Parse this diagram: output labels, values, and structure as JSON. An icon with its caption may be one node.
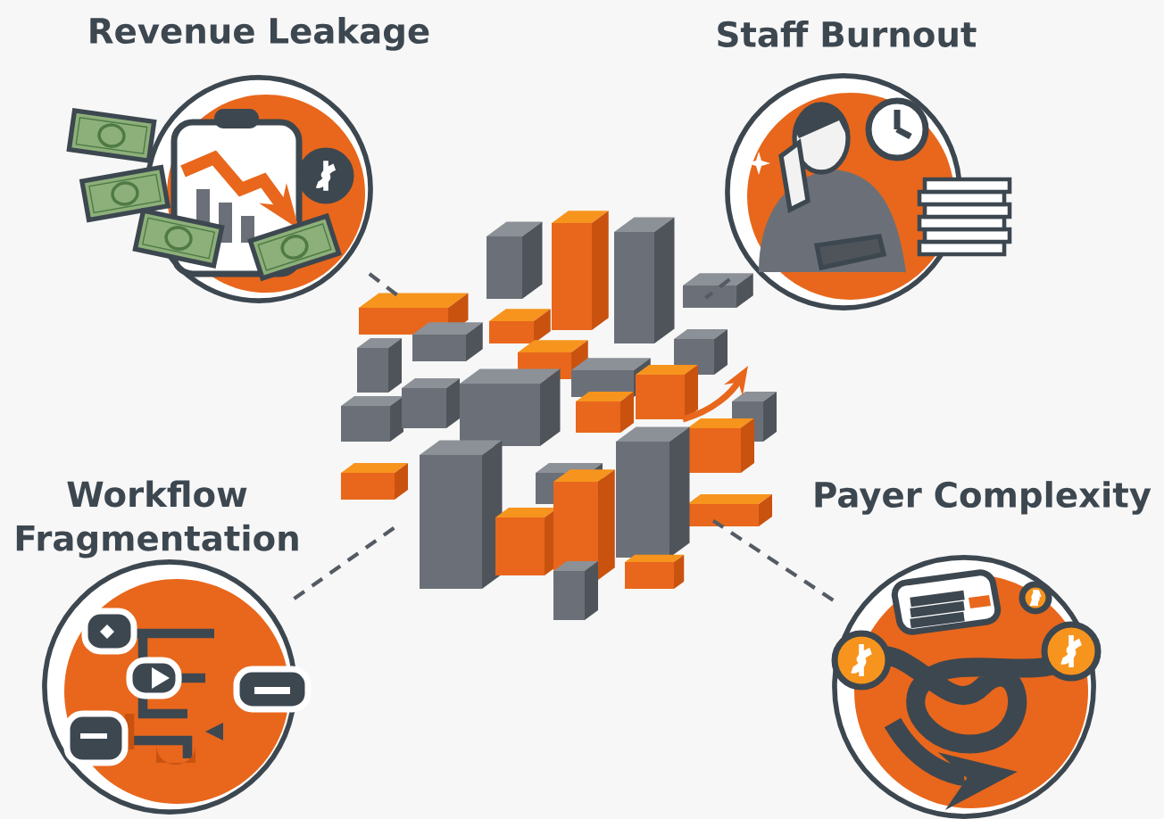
{
  "diagram": {
    "nodes": [
      {
        "text": [],
        "shape": "picture"
      },
      {
        "text": [
          "Revenue Leakage"
        ]
      },
      {
        "text": [
          "Staff Burnout"
        ]
      },
      {
        "text": [
          "Workflow Fragmentation"
        ]
      },
      {
        "text": [
          "Payer Complexity"
        ]
      }
    ],
    "edges": [
      {
        "from": 1,
        "to": 0,
        "arrow": "none",
        "style": "dashed"
      },
      {
        "from": 2,
        "to": 0,
        "arrow": "none",
        "style": "dashed"
      },
      {
        "from": 3,
        "to": 0,
        "arrow": "none",
        "style": "dashed"
      },
      {
        "from": 4,
        "to": 0,
        "arrow": "none",
        "style": "dashed"
      }
    ]
  }
}
